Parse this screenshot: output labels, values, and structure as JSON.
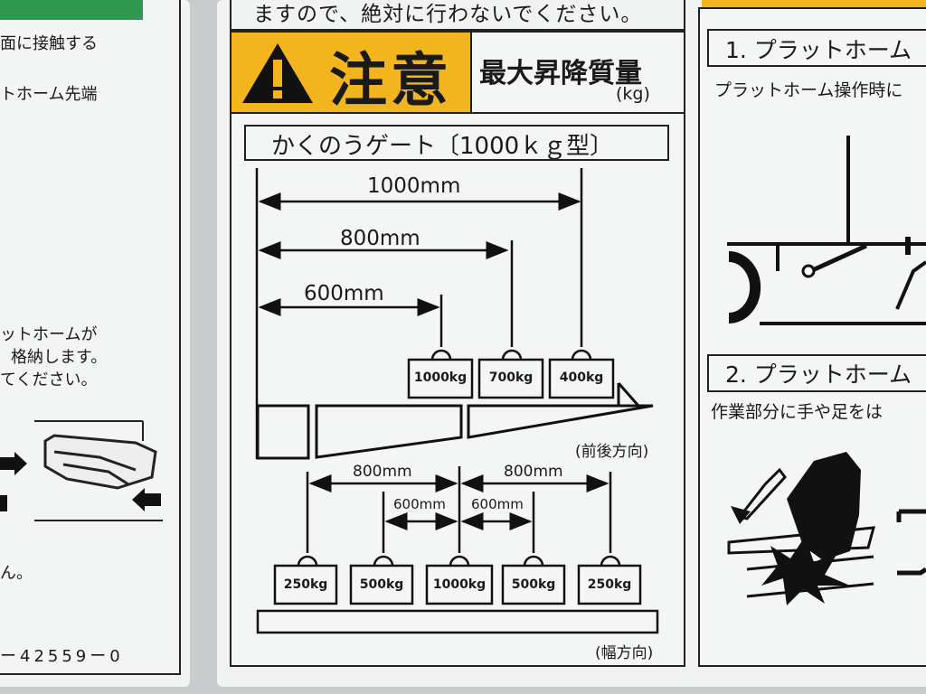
{
  "left_label": {
    "line1": "面に接触する",
    "line2": "トホーム先端",
    "line3": "ットホームが",
    "line4": "格納します。",
    "line5": "てください。",
    "line6": "ん。",
    "part_number": "ー42559ー0"
  },
  "center_label": {
    "top_text": "ますので、絶対に行わないでください。",
    "caution_word": "注意",
    "max_load_title": "最大昇降質量",
    "max_load_unit": "(kg)",
    "gate_title": "かくのうゲート〔1000ｋｇ型〕",
    "front_back_caption": "(前後方向)",
    "width_caption": "(幅方向)"
  },
  "right_label": {
    "section1_title": "1. プラットホーム",
    "section1_text": "プラットホーム操作時に",
    "section2_title": "2. プラットホーム",
    "section2_text": "作業部分に手や足をは"
  },
  "chart_data": [
    {
      "type": "diagram",
      "title": "前後方向",
      "distances": [
        {
          "label": "1000mm",
          "load": "400kg"
        },
        {
          "label": "800mm",
          "load": "700kg"
        },
        {
          "label": "600mm",
          "load": "1000kg"
        }
      ]
    },
    {
      "type": "diagram",
      "title": "幅方向",
      "distances": [
        {
          "label": "800mm",
          "side": "left"
        },
        {
          "label": "600mm",
          "side": "left"
        },
        {
          "label": "600mm",
          "side": "right"
        },
        {
          "label": "800mm",
          "side": "right"
        }
      ],
      "loads": [
        "250kg",
        "500kg",
        "1000kg",
        "500kg",
        "250kg"
      ]
    }
  ]
}
